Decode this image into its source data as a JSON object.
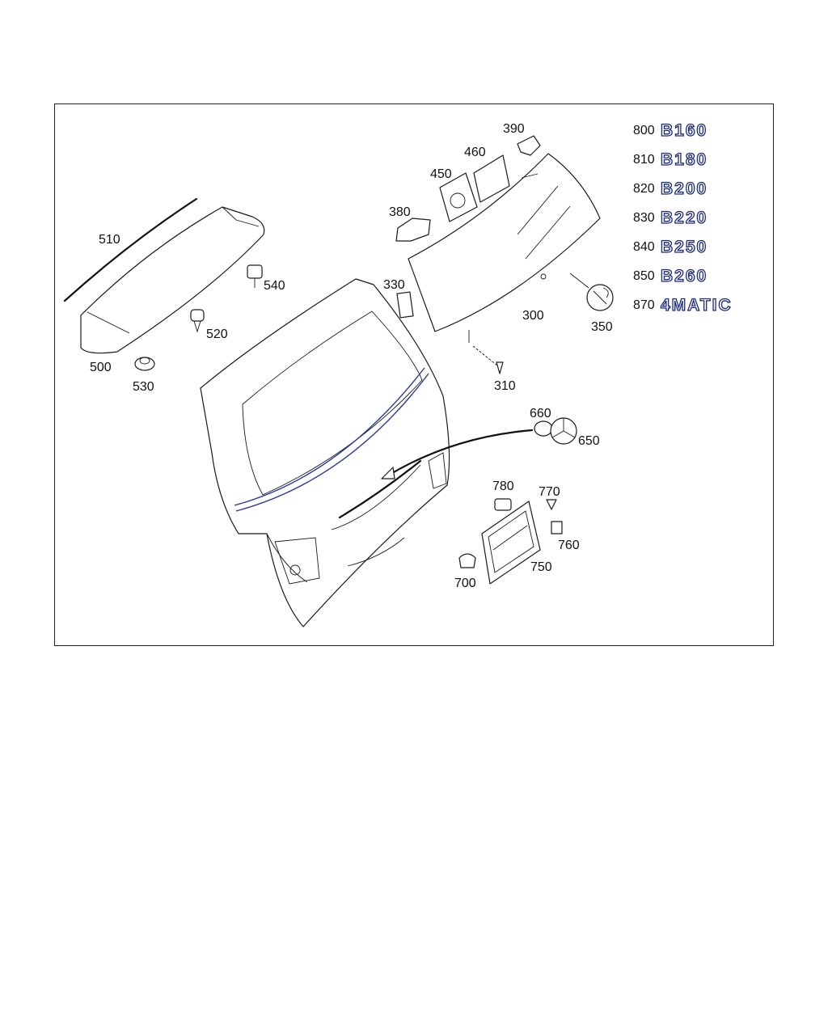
{
  "colors": {
    "outline": "#1a1a1a",
    "accent": "#2a3a9a",
    "badge_stroke": "#1c2a7a",
    "background": "#ffffff"
  },
  "callouts": [
    {
      "id": "c510",
      "text": "510"
    },
    {
      "id": "c500",
      "text": "500"
    },
    {
      "id": "c530",
      "text": "530"
    },
    {
      "id": "c520",
      "text": "520"
    },
    {
      "id": "c540",
      "text": "540"
    },
    {
      "id": "c380",
      "text": "380"
    },
    {
      "id": "c450",
      "text": "450"
    },
    {
      "id": "c460",
      "text": "460"
    },
    {
      "id": "c390",
      "text": "390"
    },
    {
      "id": "c330",
      "text": "330"
    },
    {
      "id": "c300",
      "text": "300"
    },
    {
      "id": "c350",
      "text": "350"
    },
    {
      "id": "c310",
      "text": "310"
    },
    {
      "id": "c660",
      "text": "660"
    },
    {
      "id": "c650",
      "text": "650"
    },
    {
      "id": "c780",
      "text": "780"
    },
    {
      "id": "c770",
      "text": "770"
    },
    {
      "id": "c760",
      "text": "760"
    },
    {
      "id": "c750",
      "text": "750"
    },
    {
      "id": "c700",
      "text": "700"
    }
  ],
  "badges": [
    {
      "number": "800",
      "label": "B160"
    },
    {
      "number": "810",
      "label": "B180"
    },
    {
      "number": "820",
      "label": "B200"
    },
    {
      "number": "830",
      "label": "B220"
    },
    {
      "number": "840",
      "label": "B250"
    },
    {
      "number": "850",
      "label": "B260"
    },
    {
      "number": "870",
      "label": "4MATIC"
    }
  ]
}
